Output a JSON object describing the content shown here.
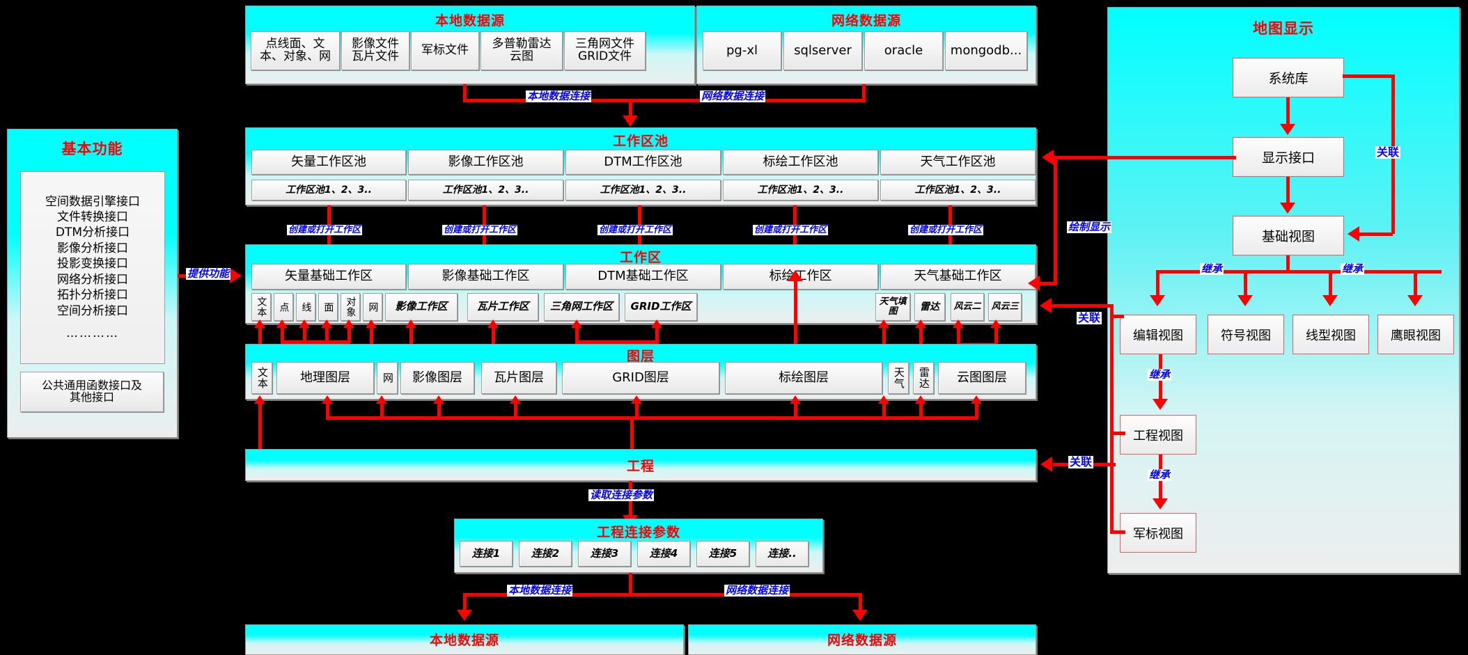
{
  "colors": {
    "accent_red": "#ff0000",
    "label_blue": "#0000ff",
    "panel_cyan": "#00ffff",
    "button_grey": "#f0f0f0",
    "background": "#000000",
    "view_border": "#e06060"
  },
  "local_source_top": {
    "title": "本地数据源",
    "items": [
      "点线面、文本、对象、网",
      "影像文件瓦片文件",
      "军标文件",
      "多普勒雷达云图",
      "三角网文件GRID文件"
    ],
    "items_lines": [
      [
        "点线面、文",
        "本、对象、网"
      ],
      [
        "影像文件",
        "瓦片文件"
      ],
      [
        "军标文件"
      ],
      [
        "多普勒雷达",
        "云图"
      ],
      [
        "三角网文件",
        "GRID文件"
      ]
    ]
  },
  "net_source_top": {
    "title": "网络数据源",
    "items": [
      "pg-xl",
      "sqlserver",
      "oracle",
      "mongodb..."
    ]
  },
  "basic_function": {
    "title": "基本功能",
    "interfaces": [
      "空间数据引擎接口",
      "文件转换接口",
      "DTM分析接口",
      "影像分析接口",
      "投影变换接口",
      "网络分析接口",
      "拓扑分析接口",
      "空间分析接口",
      "…………"
    ],
    "common_box": [
      "公共通用函数接口及",
      "其他接口"
    ]
  },
  "workspace_pool": {
    "title": "工作区池",
    "columns": [
      "矢量工作区池",
      "影像工作区池",
      "DTM工作区池",
      "标绘工作区池",
      "天气工作区池"
    ],
    "instances": [
      "工作区池1、2、3..",
      "工作区池1、2、3..",
      "工作区池1、2、3..",
      "工作区池1、2、3..",
      "工作区池1、2、3.."
    ]
  },
  "workspace": {
    "title": "工作区",
    "columns": [
      "矢量基础工作区",
      "影像基础工作区",
      "DTM基础工作区",
      "标绘工作区",
      "天气基础工作区"
    ],
    "sub_items": [
      {
        "label": "文本",
        "orient": "vertical"
      },
      {
        "label": "点",
        "orient": "vertical"
      },
      {
        "label": "线",
        "orient": "vertical"
      },
      {
        "label": "面",
        "orient": "vertical"
      },
      {
        "label": "对象",
        "orient": "vertical"
      },
      {
        "label": "网",
        "orient": "vertical"
      },
      {
        "label": "影像工作区",
        "orient": "horizontal"
      },
      {
        "label": "瓦片工作区",
        "orient": "horizontal"
      },
      {
        "label": "三角网工作区",
        "orient": "horizontal"
      },
      {
        "label": "GRID工作区",
        "orient": "horizontal"
      },
      {
        "label": "天气填图",
        "orient": "horizontal"
      },
      {
        "label": "雷达",
        "orient": "horizontal"
      },
      {
        "label": "风云二",
        "orient": "horizontal"
      },
      {
        "label": "风云三",
        "orient": "horizontal"
      }
    ]
  },
  "layers": {
    "title": "图层",
    "items": [
      {
        "label": "文本",
        "orient": "vertical"
      },
      {
        "label": "地理图层",
        "orient": "horizontal"
      },
      {
        "label": "网",
        "orient": "vertical"
      },
      {
        "label": "影像图层",
        "orient": "horizontal"
      },
      {
        "label": "瓦片图层",
        "orient": "horizontal"
      },
      {
        "label": "GRID图层",
        "orient": "horizontal"
      },
      {
        "label": "标绘图层",
        "orient": "horizontal"
      },
      {
        "label": "天气",
        "orient": "vertical"
      },
      {
        "label": "雷达",
        "orient": "vertical"
      },
      {
        "label": "云图图层",
        "orient": "horizontal"
      }
    ]
  },
  "project": {
    "title": "工程"
  },
  "project_conn": {
    "title": "工程连接参数",
    "items": [
      "连接1",
      "连接2",
      "连接3",
      "连接4",
      "连接5",
      "连接.."
    ]
  },
  "local_source_bottom": {
    "title": "本地数据源"
  },
  "net_source_bottom": {
    "title": "网络数据源"
  },
  "map_display": {
    "title": "地图显示",
    "nodes": {
      "system_lib": "系统库",
      "display_interface": "显示接口",
      "base_view": "基础视图",
      "edit_view": "编辑视图",
      "symbol_view": "符号视图",
      "line_view": "线型视图",
      "eagle_view": "鹰眼视图",
      "project_view": "工程视图",
      "milmark_view": "军标视图"
    }
  },
  "edge_labels": {
    "local_conn": "本地数据连接",
    "net_conn": "网络数据连接",
    "create_or_open": "创建或打开工作区",
    "provide_function": "提供功能",
    "read_conn_param": "读取连接参数",
    "draw_display": "绘制显示",
    "associate": "关联",
    "inherit": "继承"
  }
}
